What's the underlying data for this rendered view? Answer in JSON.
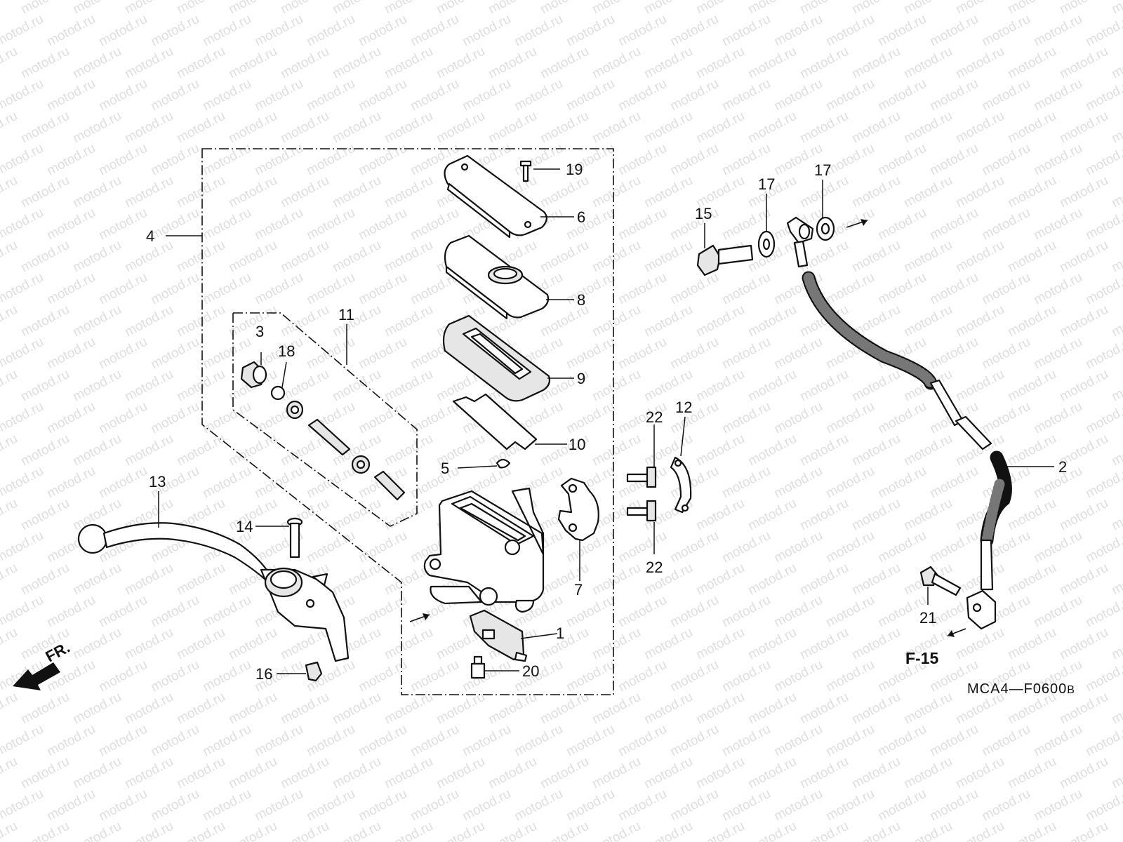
{
  "watermark": "motod.ru",
  "callouts": {
    "c1": "1",
    "c2": "2",
    "c3": "3",
    "c4": "4",
    "c5": "5",
    "c6": "6",
    "c7": "7",
    "c8": "8",
    "c9": "9",
    "c10": "10",
    "c11": "11",
    "c12": "12",
    "c13": "13",
    "c14": "14",
    "c15": "15",
    "c16": "16",
    "c17a": "17",
    "c17b": "17",
    "c18": "18",
    "c19": "19",
    "c20": "20",
    "c21": "21",
    "c22a": "22",
    "c22b": "22"
  },
  "reference": "F-15",
  "direction_label": "FR.",
  "diagram_code": "MCA4—F0600",
  "diagram_code_suffix": "B"
}
